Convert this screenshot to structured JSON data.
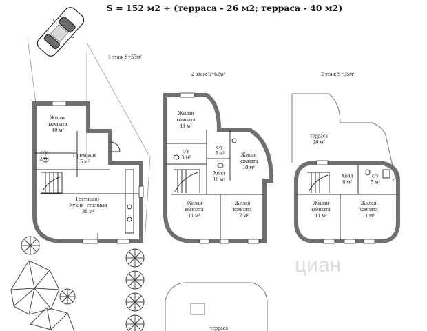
{
  "title": "S = 152 м2 + (терраса - 26 м2; терраса - 40 м2)",
  "watermark": "циан",
  "colors": {
    "wall": "#6f6f6f",
    "line": "#333333",
    "tree": "#444444"
  },
  "floors": [
    {
      "label": "1 этаж   S=55м²",
      "rooms": [
        {
          "name": "Жилая\nкомната\n10 м²"
        },
        {
          "name": "с/у\n2 м²"
        },
        {
          "name": "Прихожая\n5 м²"
        },
        {
          "name": "Гостиная+\nКухня+столовая\n38 м²"
        }
      ]
    },
    {
      "label": "2 этаж   S=62м²",
      "rooms": [
        {
          "name": "Жилая\nкомната\n11 м²"
        },
        {
          "name": "с/у\n5 м²"
        },
        {
          "name": "с/у\n3 м²"
        },
        {
          "name": "Жилая\nкомната\n10 м²"
        },
        {
          "name": "Холл\n10 м²"
        },
        {
          "name": "Жилая\nкомната\n11 м²"
        },
        {
          "name": "Жилая\nкомната\n12 м²"
        }
      ]
    },
    {
      "label": "3 этаж   S=35м²",
      "rooms": [
        {
          "name": "терраса\n26 м²"
        },
        {
          "name": "Холл\n8 м²"
        },
        {
          "name": "с/у\n5 м²"
        },
        {
          "name": "Жилая\nкомната\n11 м²"
        },
        {
          "name": "Жилая\nкомната\n11 м²"
        }
      ]
    }
  ],
  "bottom_terrace": {
    "name": "терраса"
  }
}
